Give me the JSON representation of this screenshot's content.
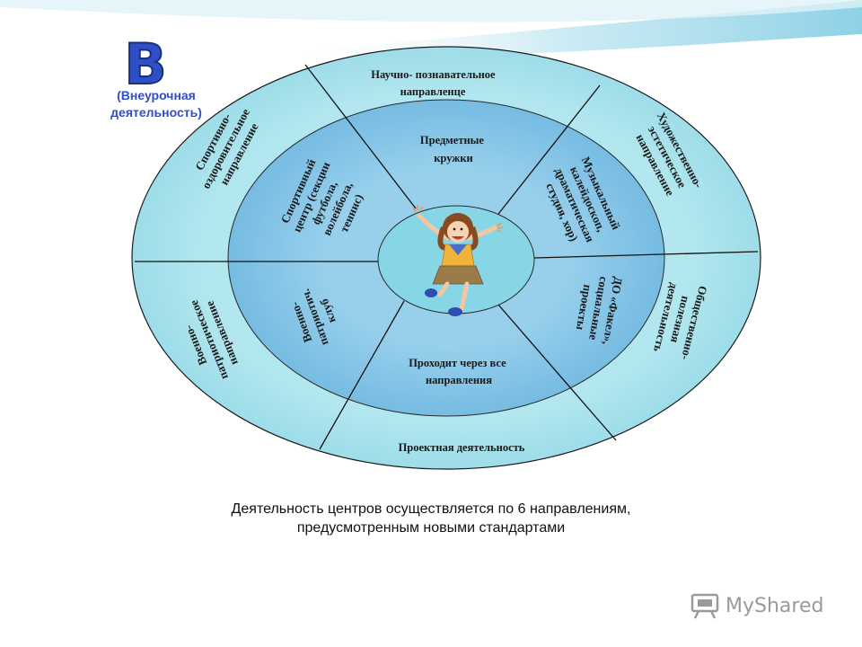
{
  "corner": {
    "letter": "В",
    "subtitle_line1": "(Внеурочная",
    "subtitle_line2": "деятельность)"
  },
  "outer_ring": {
    "top_line1": "Научно- познавательное",
    "top_line2": "направленце",
    "bottom": "Проектная деятельность",
    "upper_left": [
      "Спортивно-",
      "оздоровительное",
      "направление"
    ],
    "upper_right": [
      "Художественно-",
      "эстетическое",
      "направление"
    ],
    "lower_left": [
      "Военно-",
      "патриотическое",
      "направление"
    ],
    "lower_right": [
      "Общественно-",
      "полезная",
      "деятельность"
    ]
  },
  "inner_ring": {
    "top_line1": "Предметные",
    "top_line2": "кружки",
    "bottom_line1": "Проходит через все",
    "bottom_line2": "направления",
    "upper_left": [
      "Спортивный",
      "центр (секции",
      "футбола,",
      "волейбола,",
      "теннис)"
    ],
    "upper_right": [
      "Музыкальный",
      "калейдоскоп,",
      "драматическая",
      "студия, хор)"
    ],
    "lower_left": [
      "Военно-",
      "патриотич.",
      "клуб"
    ],
    "lower_right": [
      "ДО «Факел»,",
      "социальные",
      "проекты"
    ]
  },
  "caption": {
    "line1": "Деятельность центров осуществляется по 6 направлениям,",
    "line2": "предусмотренным новыми стандартами"
  },
  "watermark": {
    "text": "MyShared",
    "icon": "projector-icon"
  },
  "colors": {
    "outer_ring": "#a8e2ec",
    "inner_ring": "#8cc8e8",
    "center": "#7fd3e3",
    "outline": "#1c1c1c",
    "accent_blue": "#2f4fc7"
  }
}
